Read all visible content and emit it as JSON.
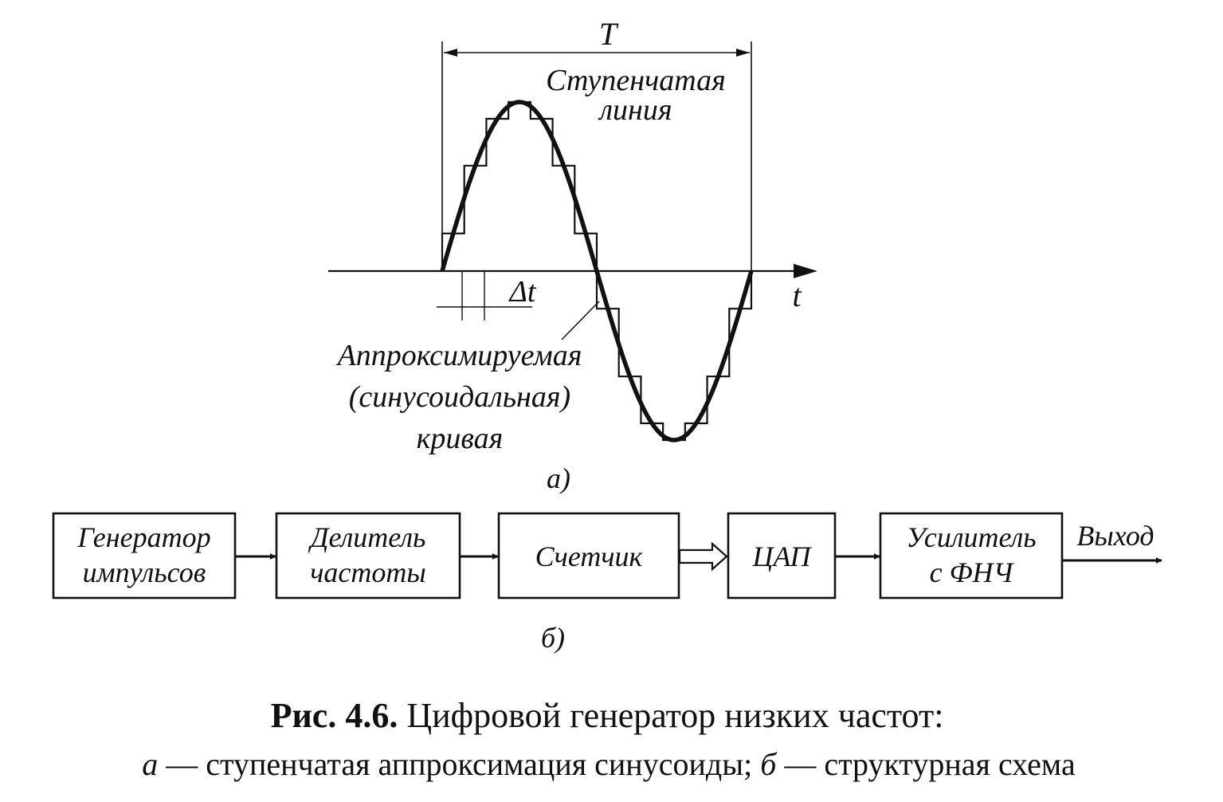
{
  "figure": {
    "period_label": "T",
    "step_label_line1": "Ступенчатая",
    "step_label_line2": "линия",
    "time_axis_label": "t",
    "delta_t_label": "Δt",
    "curve_label_line1": "Аппроксимируемая",
    "curve_label_line2": "(синусоидальная)",
    "curve_label_line3": "кривая",
    "subfig_a_label": "а)",
    "subfig_b_label": "б)",
    "steps_per_half_period": 7
  },
  "blocks": [
    {
      "id": "generator",
      "line1": "Генератор",
      "line2": "импульсов"
    },
    {
      "id": "divider",
      "line1": "Делитель",
      "line2": "частоты"
    },
    {
      "id": "counter",
      "line1": "Счетчик",
      "line2": ""
    },
    {
      "id": "dac",
      "line1": "ЦАП",
      "line2": ""
    },
    {
      "id": "amplifier",
      "line1": "Усилитель",
      "line2": "с  ФНЧ"
    }
  ],
  "output_label": "Выход",
  "caption": {
    "number": "Рис. 4.6.",
    "title": " Цифровой генератор низких частот:",
    "a_letter": "а",
    "a_text": " — ступенчатая аппроксимация синусоиды; ",
    "b_letter": "б",
    "b_text": " — структурная схема"
  }
}
